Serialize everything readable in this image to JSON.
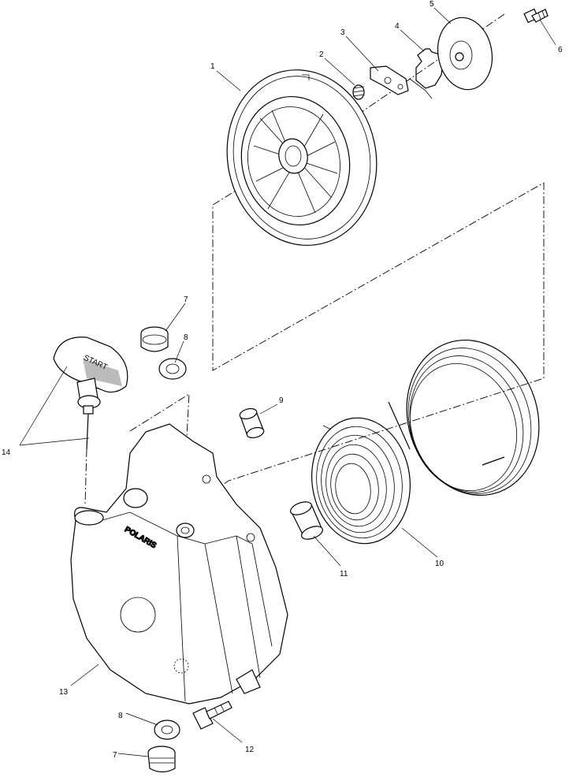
{
  "diagram": {
    "callouts": [
      {
        "id": "1",
        "label": "1"
      },
      {
        "id": "2",
        "label": "2"
      },
      {
        "id": "3",
        "label": "3"
      },
      {
        "id": "4",
        "label": "4"
      },
      {
        "id": "5",
        "label": "5"
      },
      {
        "id": "6",
        "label": "6"
      },
      {
        "id": "7",
        "label": "7"
      },
      {
        "id": "8a",
        "label": "8"
      },
      {
        "id": "9",
        "label": "9"
      },
      {
        "id": "10",
        "label": "10"
      },
      {
        "id": "11",
        "label": "11"
      },
      {
        "id": "12",
        "label": "12"
      },
      {
        "id": "13",
        "label": "13"
      },
      {
        "id": "14",
        "label": "14"
      },
      {
        "id": "8b",
        "label": "8"
      },
      {
        "id": "7b",
        "label": "7"
      }
    ],
    "handle_text": "START",
    "housing_brand": "POLARIS"
  }
}
